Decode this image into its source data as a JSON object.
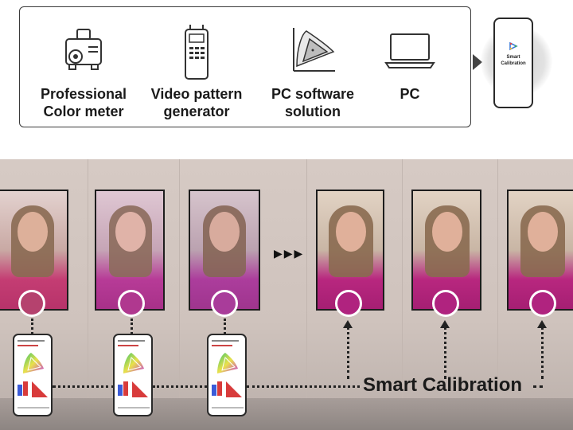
{
  "tools": [
    {
      "icon": "color-meter-icon",
      "lines": [
        "Professional",
        "Color meter"
      ]
    },
    {
      "icon": "pattern-generator-icon",
      "lines": [
        "Video pattern",
        "generator"
      ]
    },
    {
      "icon": "pc-software-icon",
      "lines": [
        "PC software",
        "solution"
      ]
    },
    {
      "icon": "laptop-icon",
      "lines": [
        "PC"
      ]
    }
  ],
  "phone_app": {
    "label_line1": "Smart",
    "label_line2": "Calibration"
  },
  "scene": {
    "label": "Smart Calibration",
    "arrows": "▶▶▶",
    "colors": {
      "uncalibrated_1": "#b5426e",
      "uncalibrated_2": "#b0388f",
      "uncalibrated_3": "#a93c9a",
      "calibrated": "#b0237f"
    }
  }
}
